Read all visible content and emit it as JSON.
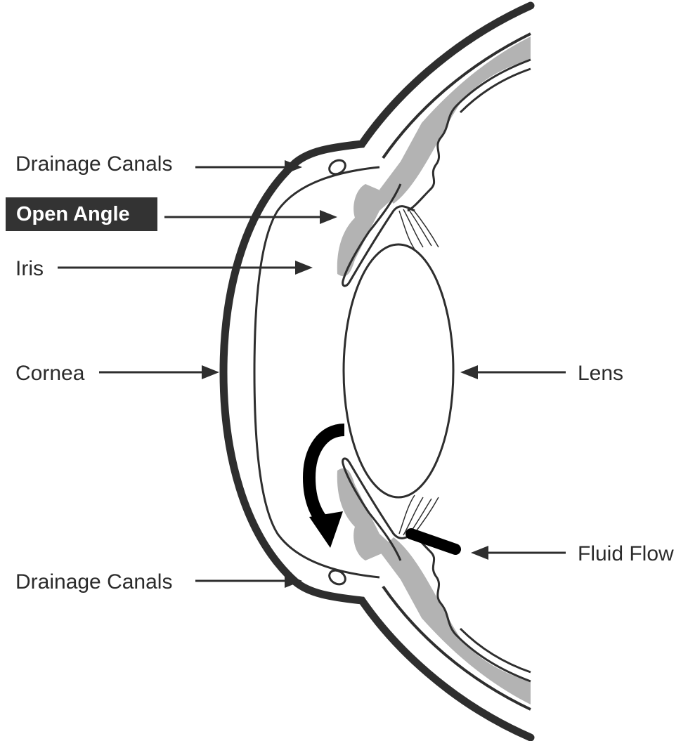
{
  "labels": {
    "drainage_canals_top": "Drainage Canals",
    "open_angle": "Open Angle",
    "iris": "Iris",
    "cornea": "Cornea",
    "lens": "Lens",
    "fluid_flow": "Fluid Flow",
    "drainage_canals_bottom": "Drainage Canals"
  },
  "colors": {
    "ink": "#2e2e2e",
    "tissue_gray": "#b3b3b3",
    "highlight_box": "#333333",
    "background": "#ffffff"
  }
}
